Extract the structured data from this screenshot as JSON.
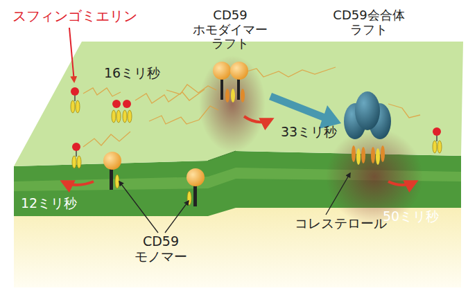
{
  "diagram": {
    "labels": [
      "スフィンゴミエリン",
      "16ミリ秒",
      "CD59 ホモダイマー ラフト",
      "CD59会合体 ラフト",
      "33ミリ秒",
      "12ミリ秒",
      "50ミリ秒",
      "コレステロール",
      "CD59 モノマー"
    ]
  }
}
